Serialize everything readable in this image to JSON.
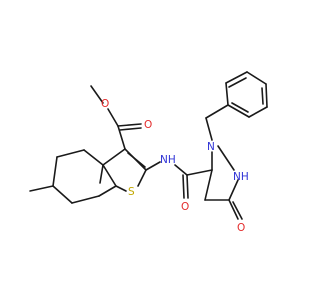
{
  "molecule": {
    "atom_labels": {
      "o_ester_carbonyl": "O",
      "o_ester_ether": "O",
      "nh_amide": "NH",
      "s_thiophene": "S",
      "o_amide": "O",
      "n_pyrazolidine": "N",
      "nh_pyrazolidine": "NH",
      "o_ketone": "O"
    },
    "colors": {
      "carbon": "#1a1a1a",
      "oxygen": "#e32b2b",
      "nitrogen": "#2f33d6",
      "sulfur": "#c2a800"
    }
  }
}
